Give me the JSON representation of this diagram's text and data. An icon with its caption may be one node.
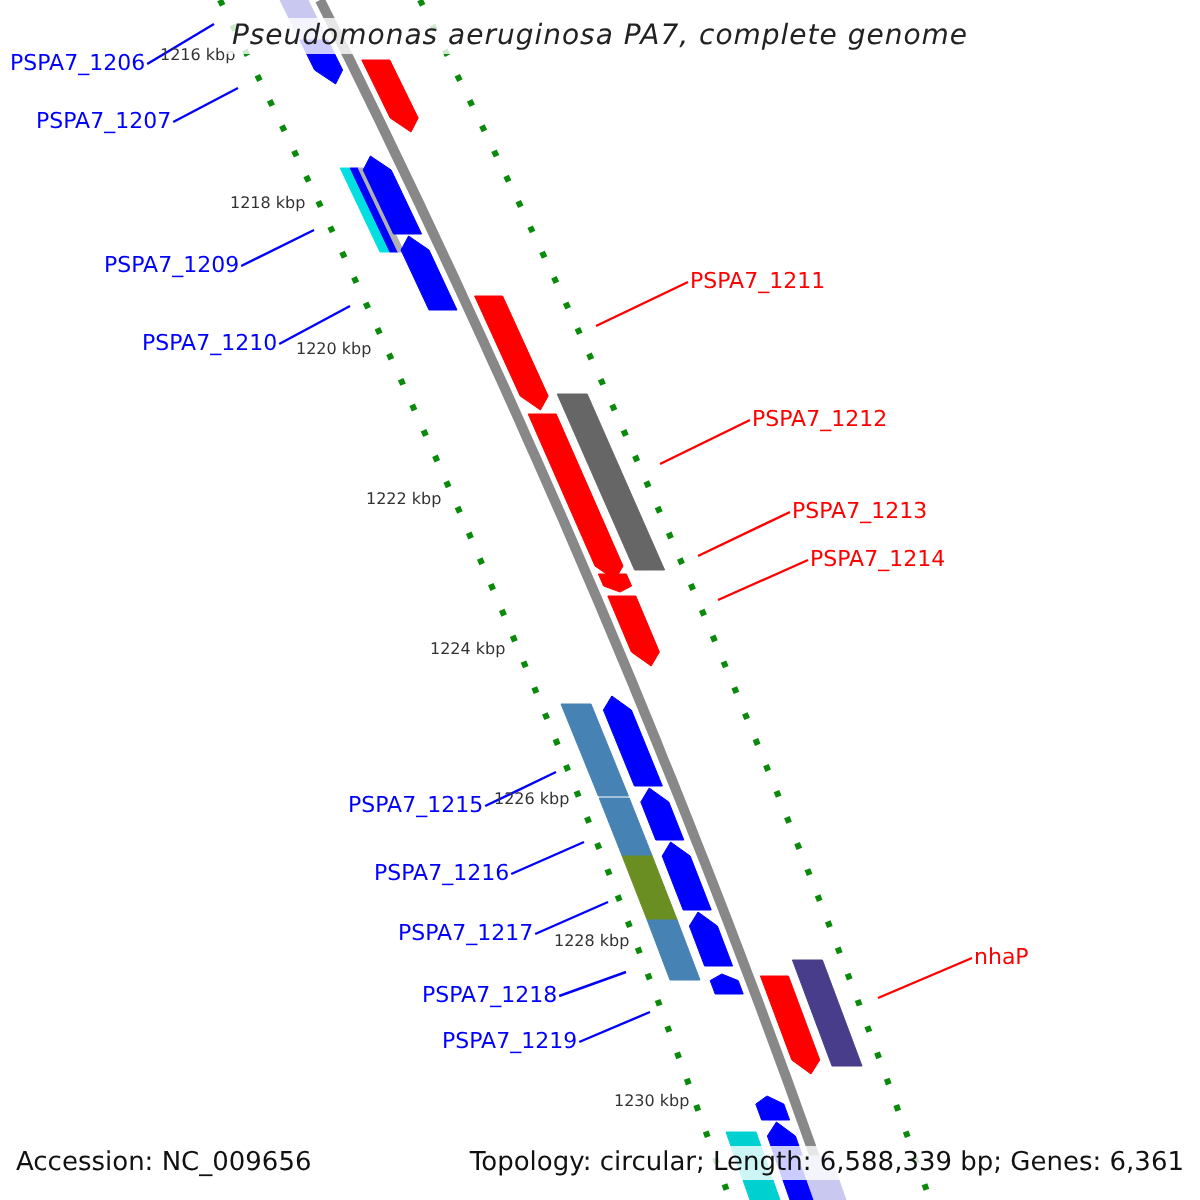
{
  "diagram": {
    "title": "Pseudomonas aeruginosa PA7, complete genome",
    "nodes": [
      {
        "text": [
          "PSPA7_1206"
        ]
      },
      {
        "text": [
          "PSPA7_1207"
        ]
      },
      {
        "text": [
          "PSPA7_1209"
        ]
      },
      {
        "text": [
          "PSPA7_1210"
        ]
      },
      {
        "text": [
          "PSPA7_1211"
        ]
      },
      {
        "text": [
          "PSPA7_1212"
        ]
      },
      {
        "text": [
          "PSPA7_1213"
        ]
      },
      {
        "text": [
          "PSPA7_1214"
        ]
      },
      {
        "text": [
          "PSPA7_1215"
        ]
      },
      {
        "text": [
          "PSPA7_1216"
        ]
      },
      {
        "text": [
          "PSPA7_1217"
        ]
      },
      {
        "text": [
          "PSPA7_1218"
        ]
      },
      {
        "text": [
          "PSPA7_1219"
        ]
      },
      {
        "text": [
          "nhaP"
        ]
      }
    ],
    "edges": [
      {
        "from": 0,
        "to": null,
        "arrow": "none"
      },
      {
        "from": 1,
        "to": null,
        "arrow": "none"
      },
      {
        "from": 2,
        "to": null,
        "arrow": "none"
      },
      {
        "from": 3,
        "to": null,
        "arrow": "none"
      },
      {
        "from": 4,
        "to": null,
        "arrow": "none",
        "color": "#ff0000"
      },
      {
        "from": 5,
        "to": null,
        "arrow": "none",
        "color": "#ff0000"
      },
      {
        "from": 6,
        "to": null,
        "arrow": "none",
        "color": "#ff0000"
      },
      {
        "from": 7,
        "to": null,
        "arrow": "none",
        "color": "#ff0000"
      },
      {
        "from": 8,
        "to": null,
        "arrow": "none"
      },
      {
        "from": 9,
        "to": null,
        "arrow": "none"
      },
      {
        "from": 10,
        "to": null,
        "arrow": "none"
      },
      {
        "from": 11,
        "to": null,
        "arrow": "none"
      },
      {
        "from": 12,
        "to": null,
        "arrow": "none"
      },
      {
        "from": 13,
        "to": null,
        "arrow": "none",
        "color": "#ff0000"
      }
    ],
    "labels": [
      "1216 kbp",
      "1218 kbp",
      "1220 kbp",
      "1222 kbp",
      "1224 kbp",
      "1226 kbp",
      "1228 kbp",
      "1230 kbp",
      "Accession: NC_009656",
      "Topology: circular; Length: 6,588,339 bp; Genes: 6,361"
    ]
  }
}
